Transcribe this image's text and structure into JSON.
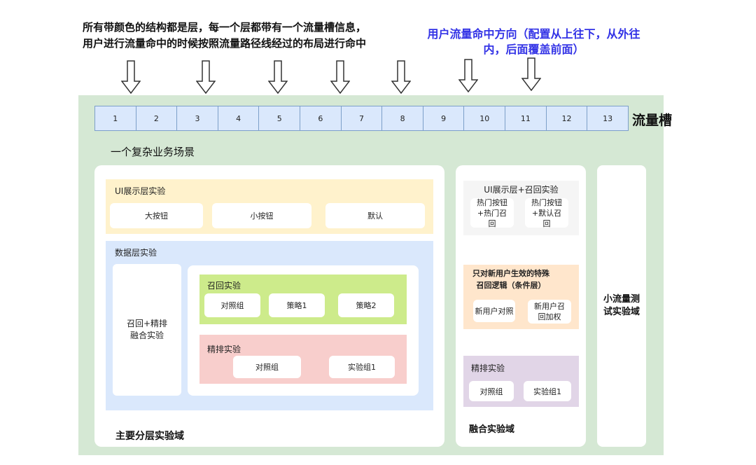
{
  "notes": {
    "left_line1": "所有带颜色的结构都是层，每一个层都带有一个流量槽信息，",
    "left_line2": "用户进行流量命中的时候按照流量路径线经过的布局进行命中",
    "right_line1": "用户流量命中方向（配置从上往下，从外往",
    "right_line2": "内，后面覆盖前面）"
  },
  "slots": [
    "1",
    "2",
    "3",
    "4",
    "5",
    "6",
    "7",
    "8",
    "9",
    "10",
    "11",
    "12",
    "13"
  ],
  "slot_label": "流量槽",
  "scene_label": "一个复杂业务场景",
  "main_domain": {
    "label": "主要分层实验域",
    "ui_layer": {
      "label": "UI展示层实验",
      "buttons": [
        "大按钮",
        "小按钮",
        "默认"
      ]
    },
    "data_layer": {
      "label": "数据层实验",
      "fusion_box": "召回+精排融合实验",
      "recall": {
        "label": "召回实验",
        "items": [
          "对照组",
          "策略1",
          "策略2"
        ]
      },
      "rank": {
        "label": "精排实验",
        "items": [
          "对照组",
          "实验组1"
        ]
      }
    }
  },
  "fusion_domain": {
    "label": "融合实验域",
    "ui_recall": {
      "label": "UI展示层+召回实验",
      "items": [
        "热门按钮+热门召回",
        "热门按钮+默认召回"
      ]
    },
    "new_user": {
      "label": "只对新用户生效的特殊召回逻辑（条件层）",
      "items": [
        "新用户对照",
        "新用户召回加权"
      ]
    },
    "rank": {
      "label": "精排实验",
      "items": [
        "对照组",
        "实验组1"
      ]
    }
  },
  "small_domain": {
    "label": "小流量测试实验域"
  },
  "colors": {
    "outer": "#d5e8d4",
    "slot": "#dae8fc",
    "ui_layer": "#fff2cc",
    "data_layer": "#dae8fc",
    "recall": "#cdeb8b",
    "rank": "#f8cecc",
    "gray": "#f5f5f5",
    "new_user": "#ffe6cc",
    "fusion_rank": "#e1d5e7",
    "note_blue": "#3333e6"
  },
  "icons": [
    "down-arrow-icon"
  ]
}
